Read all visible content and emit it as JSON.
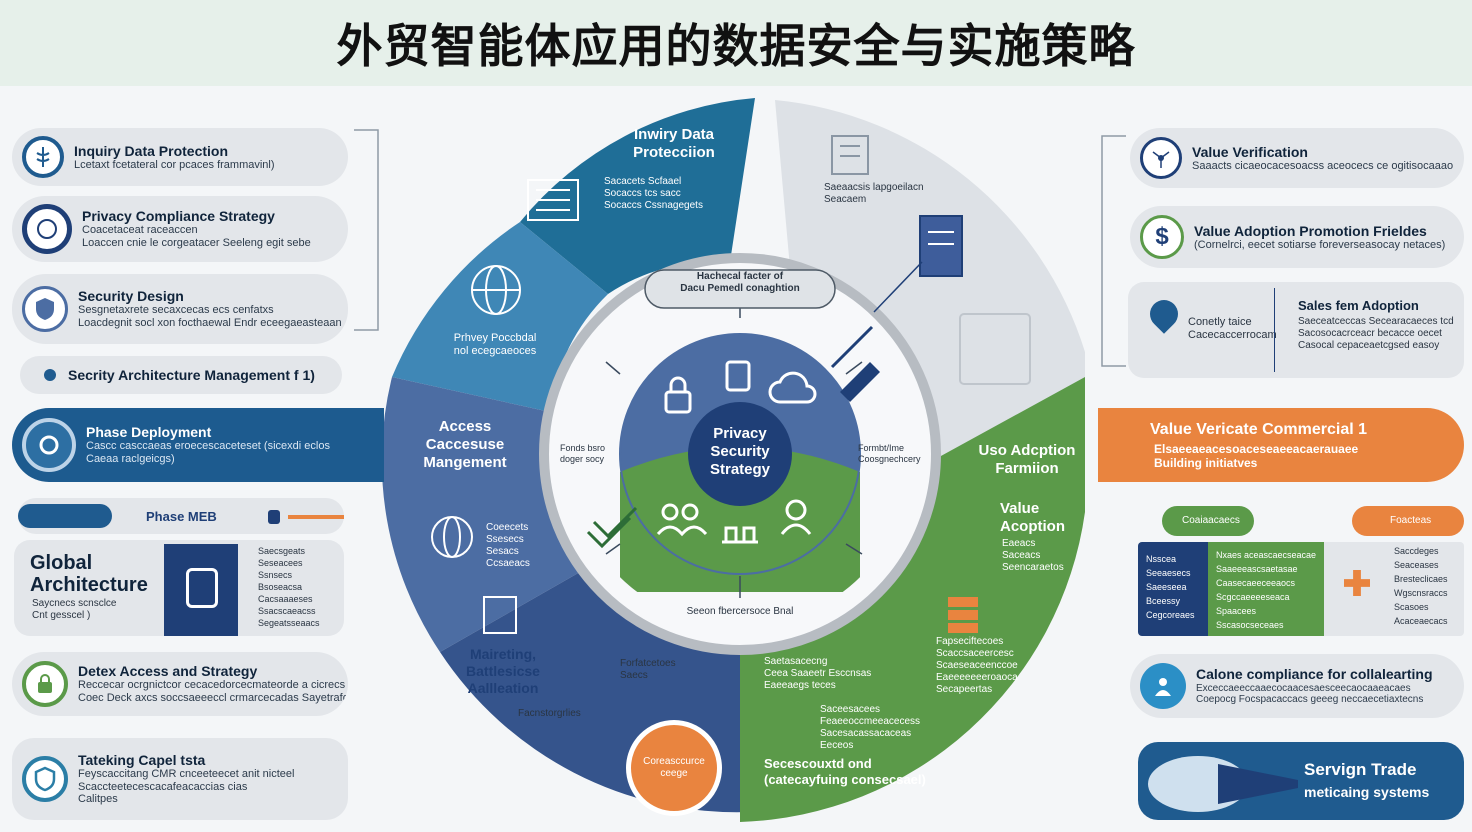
{
  "title": "外贸智能体应用的数据安全与实施策略",
  "colors": {
    "navy": "#1d5b8f",
    "teal": "#2b7ea6",
    "lightblue": "#4b91bd",
    "slate": "#4c6da3",
    "green": "#5c9a4a",
    "orange": "#e9843f",
    "grey": "#e3e6ea"
  },
  "left": [
    {
      "title": "Inquiry Data Protection",
      "desc": "Lcetaxt fcetateral cor pcaces frammavinl)",
      "icon": "caduceus-icon"
    },
    {
      "title": "Privacy Compliance Strategy",
      "desc": "Coacetaceat raceaccen\nLoaccen cnie le corgeatacer Seeleng egit sebe",
      "icon": "seal-icon"
    },
    {
      "title": "Security Design",
      "desc": "Sesgnetaxrete secaxcecas ecs cenfatxs\nLoacdegnit socl xon focthaewal Endr eceegaeasteaan",
      "icon": "shield-icon"
    },
    {
      "title": "Secrity Architecture Management f 1)",
      "desc": "",
      "icon": "dot-icon"
    },
    {
      "title": "Phase Deployment",
      "desc": "Cascc casccaeas eroecescaceteset (sicexdi eclos\nCaeaa raclgeicgs)",
      "icon": "gear-icon"
    },
    {
      "title": "Phase MEB",
      "desc": "",
      "icon": "train-icon"
    },
    {
      "title": "Global Architecture",
      "desc": "Saycnecs scnsclce\nCnt gesscel )",
      "icon": "server-icon",
      "side": [
        "Saecsgeats",
        "Seseacees",
        "Ssnsecs",
        "Bsoseacsa",
        "Cacsaaaeses",
        "Ssacscaeacss",
        "Segeatsseaacs"
      ]
    },
    {
      "title": "Detex Access and Strategy",
      "desc": "Reccecar ocrgnictcor cecacedorcecmateorde a cicrecs\nCoec Deck axcs soccsaeeeccl crmarcecadas Sayetrafoes",
      "icon": "lock-icon"
    },
    {
      "title": "Tateking Capel tsta",
      "desc": "Feyscaccitang CMR cnceeteecet anit nicteel\nScaccteetecescacafeacaccias cias\nCalitpes",
      "icon": "shield-check-icon"
    }
  ],
  "right": [
    {
      "title": "Value Verification",
      "desc": "Saaacts cicaeocacesoacss aceocecs ce ogitisocaaao",
      "icon": "network-icon"
    },
    {
      "title": "Value Adoption Promotion Frieldes",
      "desc": "(Cornelrci, eecet sotiarse foreverseasocay netaces)",
      "icon": "dollar-icon"
    },
    {
      "title": "Sales fem Adoption",
      "desc": "Saeceatceccas Secearacaeces tcd\nSacosocacrceacr becacce oecet\nCasocal cepaceaetcgsed easoy",
      "left": "Conetly taice\nCacecaccerrocam",
      "icon": "pin-icon"
    },
    {
      "title": "Value Vericate Commercial 1",
      "desc": "Elsaeeaeacesoaceseaeeacaerauaee\nBuilding initiatves",
      "icon": ""
    },
    {
      "title": "Coaiaacaecs",
      "desc": "",
      "icon": ""
    },
    {
      "title": "Foacteas",
      "desc": "",
      "icon": ""
    },
    {
      "title": "Calone compliance for collalearting",
      "desc": "Exceccaeeccaaecocaacesaesceecaocaaeacaes\nCoepocg Focspacaccacs geeeg neccaecetiaxtecns",
      "icon": "people-icon"
    },
    {
      "title": "Servign Trade",
      "desc": "meticaing systems",
      "icon": "ship-icon"
    }
  ],
  "right_grid": {
    "col1": [
      "Nsscea",
      "Seeaesecs",
      "Saeeseea",
      "Bceessy",
      "Cegcoreaes"
    ],
    "col2": [
      "Nxaes aceascaecseacae",
      "Saaeeeascsaetasae",
      "Caasecaeeceeaocs",
      "Scgccaeeeeseaca",
      "Spaacees",
      "Sscasocseceaes"
    ],
    "col3": [
      "Saccdeges",
      "Seaceases",
      "Bresteclicaes",
      "Wgscnsraccs",
      "Scasoes",
      "Acaceaecacs"
    ]
  },
  "ring": {
    "segments": [
      "Inwiry Data\nProtecciion",
      "Prhvey Poccbdal\nnol ecegcaeoces",
      "Access\nCaccesuse\nMangement",
      "Maireting,\nBattlesicse\nAallleation",
      "Uso Adcption\nFarmiion",
      "Value\nAcoption"
    ],
    "seg_texts": [
      "Sacacets Scfaael\nSocaccs tcs sacc\nSocaccs Cssnagegets",
      "Saeaacsis lapgoeilacn\nSeacaem",
      "Coeecets\nSsesecs\nSesacs\nCcsaeacs",
      "Facnstorgrlies",
      "Eaeacs\nSaceacs\nSeencaraetos",
      "Fapseciftecoes\nScaccsaceercesc\nScaeseaceenccoe\nEaeeeeeeeroaoca\nSecapeertas",
      "Saetasacecng\nCeea Saaeetr Esccnsas\nEaeeaegs teces",
      "Saceesacees\nFeaeeoccmeeacecess\nSacesacassacaceas\nEeceos",
      "Secescouxtd ond\n(catecayfuing consecsael)",
      "Forfatcetoes\nSaecs"
    ],
    "center": "Privacy\nSecurity\nStrategy",
    "top_note": "Hachecal facter of\nDacu Pemedl conaghtion",
    "bottom_note": "Seeon fbercersoce Bnal",
    "side_left": "Fonds bsro\ndoger socy",
    "side_right": "Formbt/Ime\nCoosgnechcery",
    "bubble": "Coreasccurce\nceege"
  }
}
